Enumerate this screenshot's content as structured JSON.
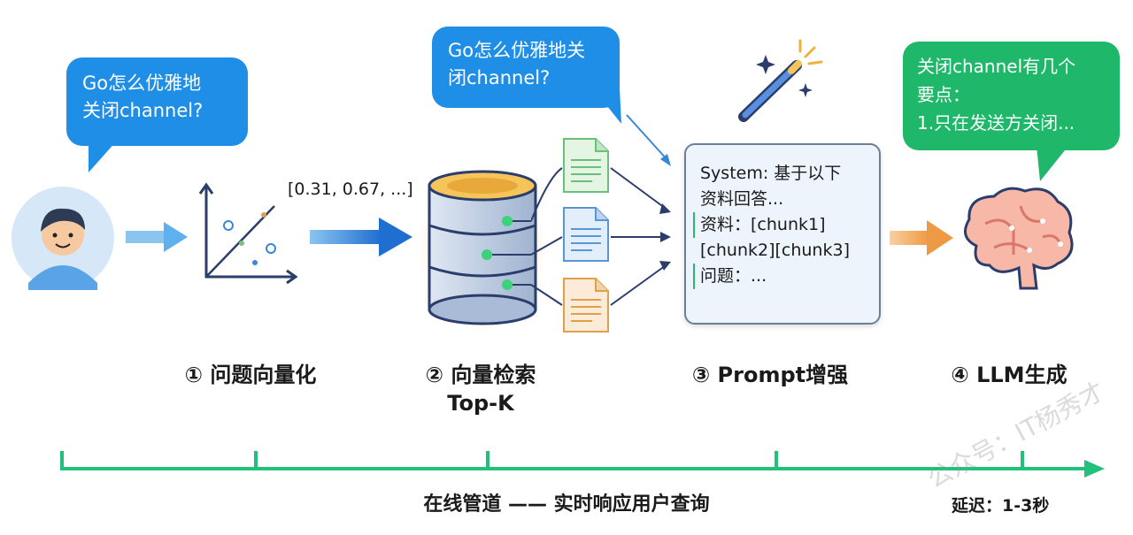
{
  "bubbles": {
    "user_question": [
      "Go怎么优雅地",
      "关闭channel?"
    ],
    "retrieval_query": [
      "Go怎么优雅地关",
      "闭channel?"
    ],
    "llm_answer": [
      "关闭channel有几个",
      "要点：",
      "1.只在发送方关闭..."
    ]
  },
  "vector_text": "[0.31, 0.67, ...]",
  "prompt_box": {
    "line1": "System: 基于以下",
    "line2": "资料回答...",
    "line3": "资料：[chunk1]",
    "line4": "[chunk2][chunk3]",
    "line5": "问题：..."
  },
  "steps": [
    {
      "label": "① 问题向量化"
    },
    {
      "label": "② 向量检索",
      "sub": "Top-K"
    },
    {
      "label": "③ Prompt增强"
    },
    {
      "label": "④ LLM生成"
    }
  ],
  "timeline": {
    "caption": "在线管道 —— 实时响应用户查询",
    "latency": "延迟：1-3秒"
  },
  "watermark": "公众号：IT杨秀才",
  "colors": {
    "blue": "#1f8ee6",
    "green": "#1fb86a",
    "orange": "#f0a050",
    "timeline": "#22c07a"
  }
}
